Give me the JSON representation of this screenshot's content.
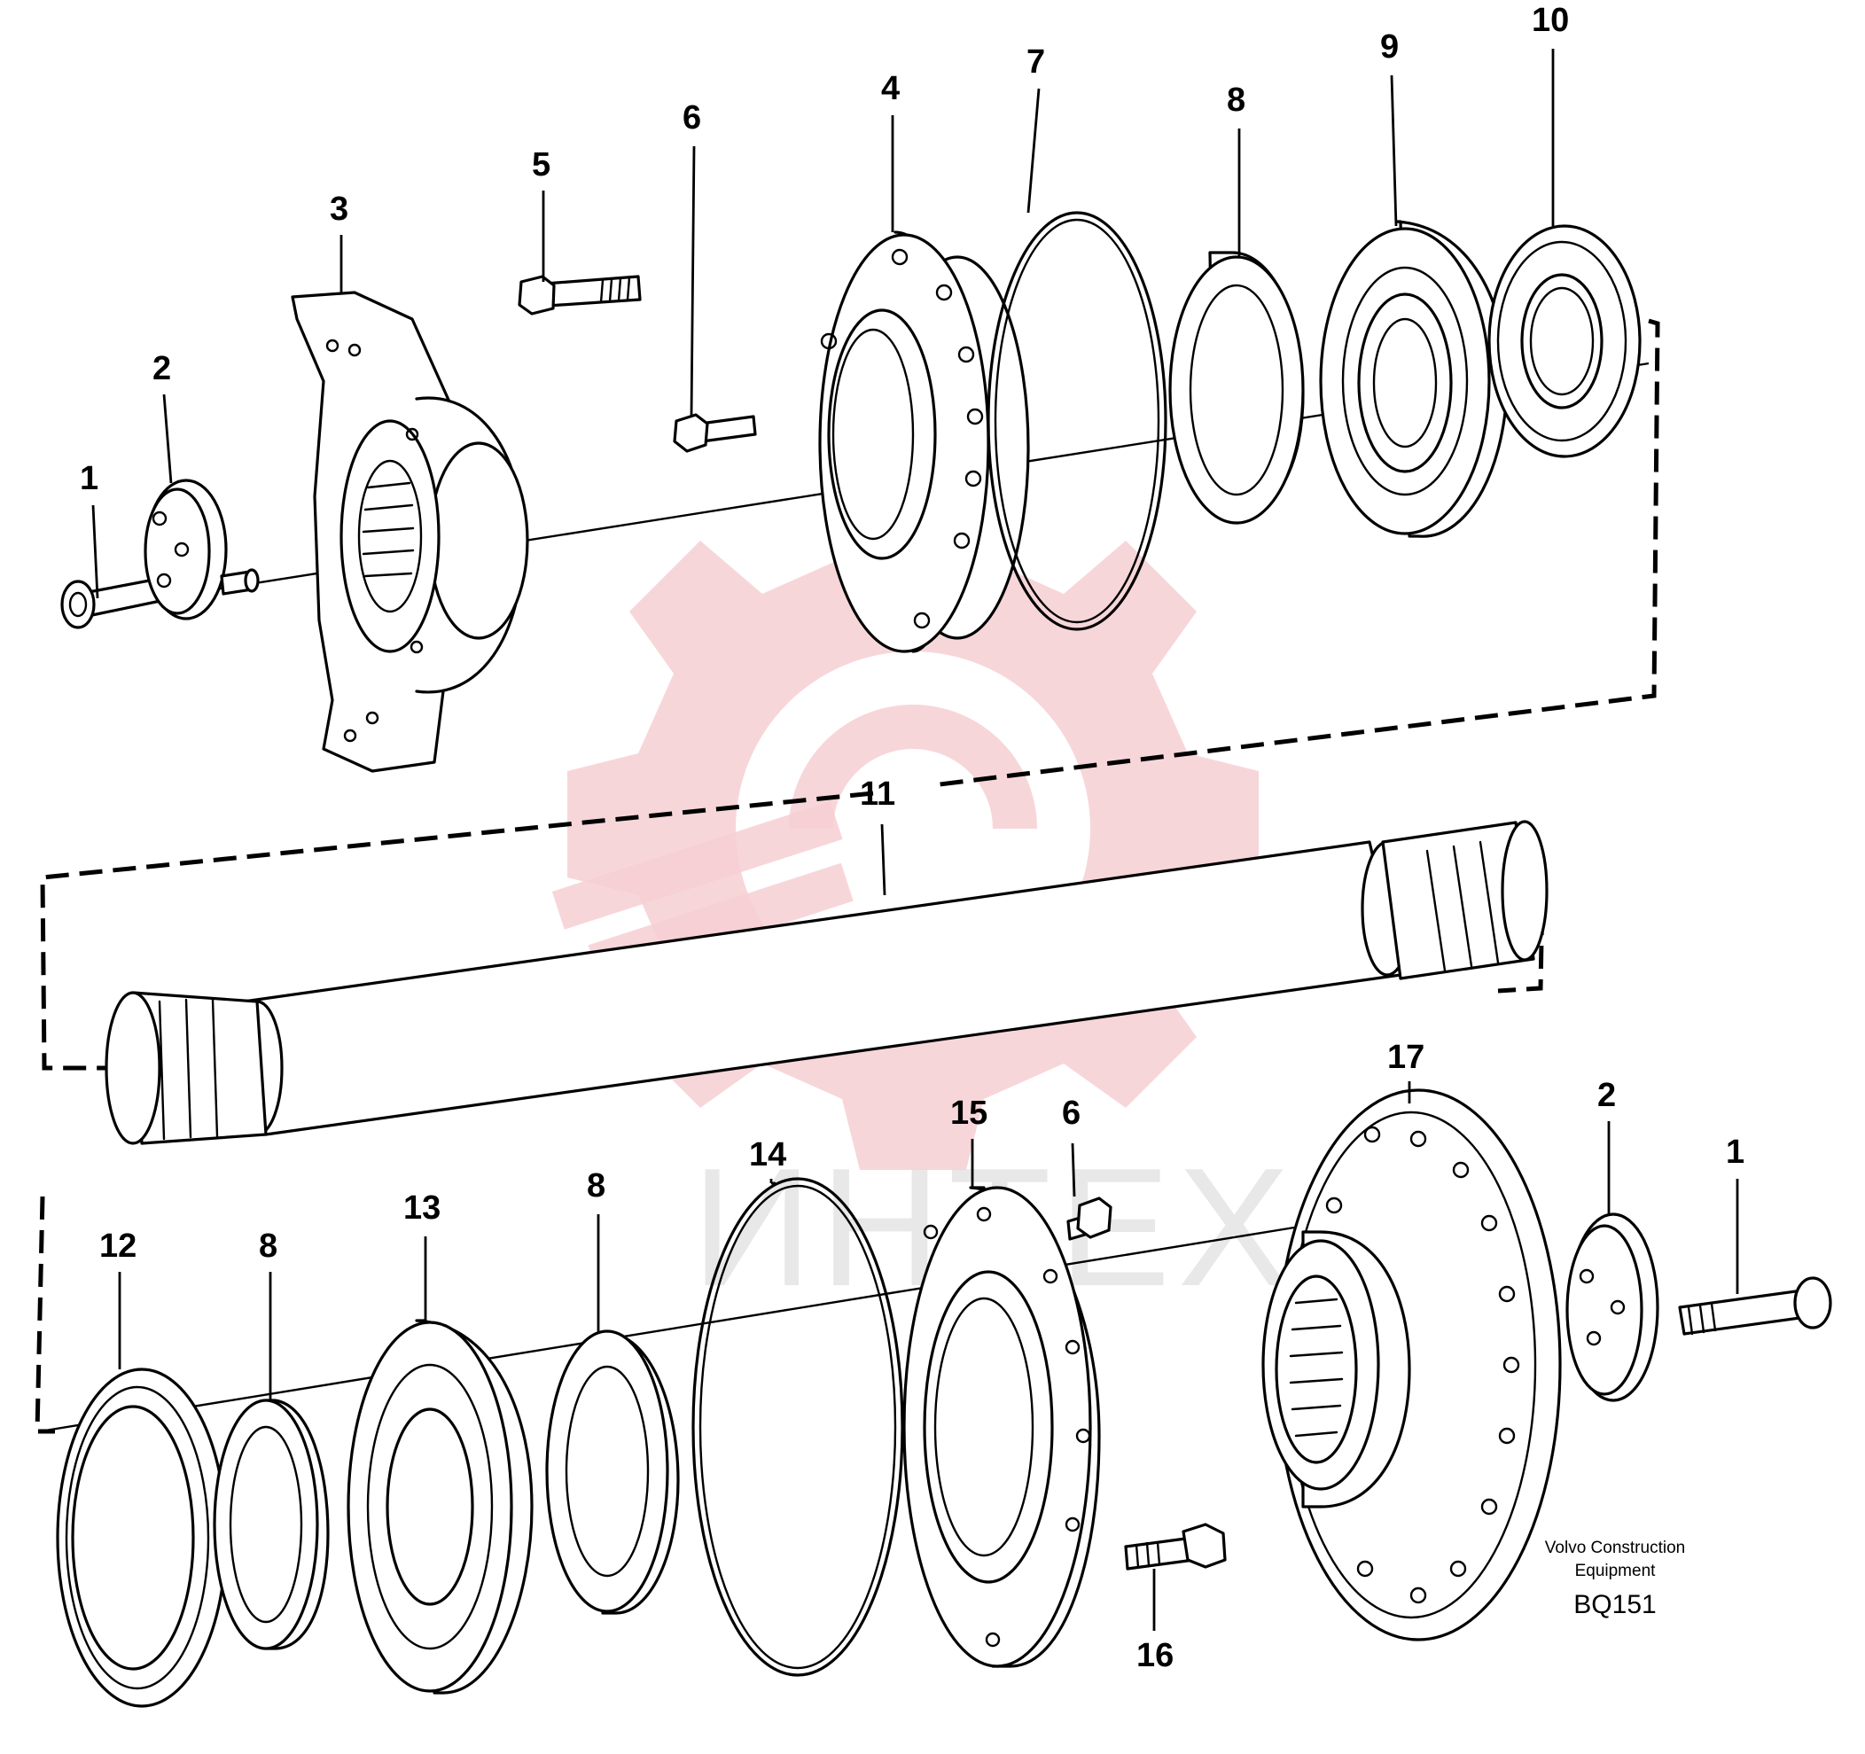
{
  "callouts": {
    "c1a": "1",
    "c2a": "2",
    "c3": "3",
    "c4": "4",
    "c5": "5",
    "c6a": "6",
    "c7": "7",
    "c8a": "8",
    "c9": "9",
    "c10": "10",
    "c11": "11",
    "c12": "12",
    "c8b": "8",
    "c13": "13",
    "c8c": "8",
    "c14": "14",
    "c15": "15",
    "c6b": "6",
    "c16": "16",
    "c17": "17",
    "c2b": "2",
    "c1b": "1"
  },
  "credit": {
    "line1": "Volvo Construction",
    "line2": "Equipment",
    "code": "BQ151"
  },
  "watermark": {
    "text": "ИНТЕХ",
    "color": "#f6cfd3"
  }
}
